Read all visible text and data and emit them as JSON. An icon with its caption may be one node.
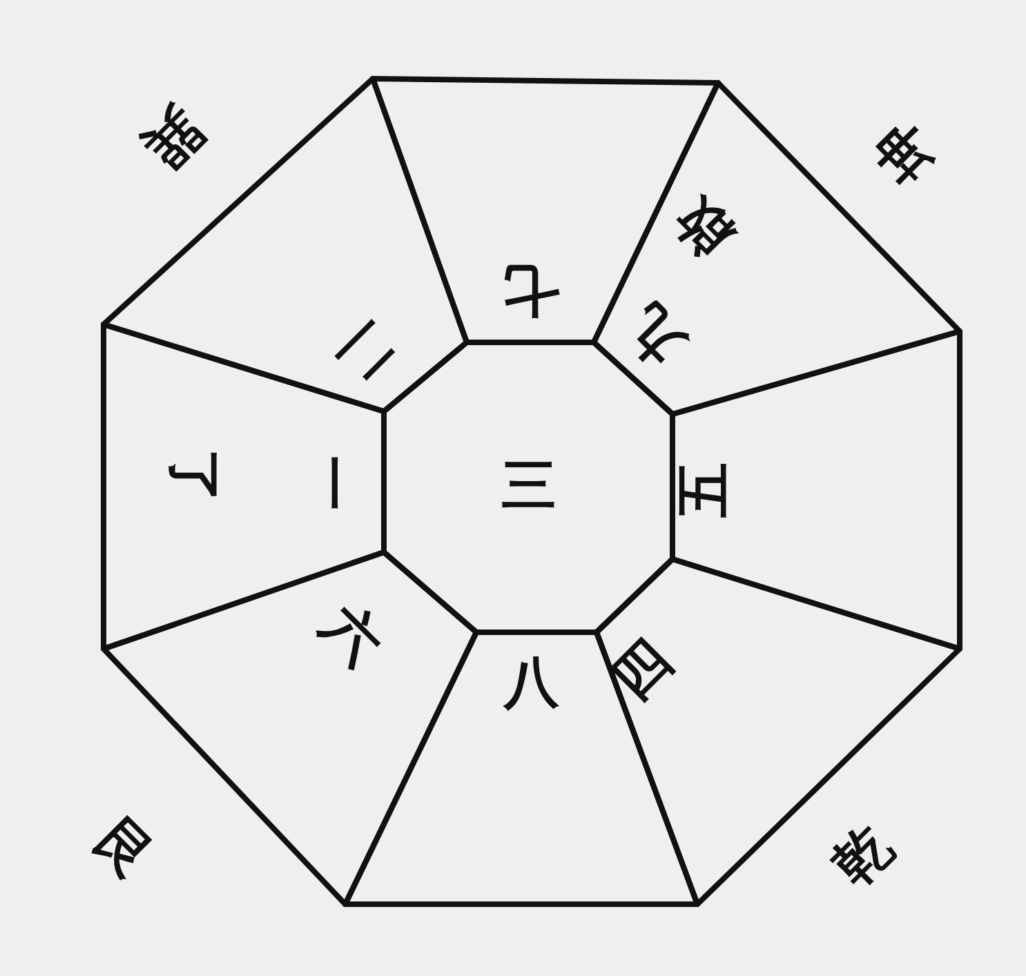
{
  "diagram": {
    "nodes": [
      {
        "text": [
          "七"
        ]
      },
      {
        "text": [
          "啟",
          "九"
        ]
      },
      {
        "text": [
          "五"
        ]
      },
      {
        "text": [
          "四"
        ]
      },
      {
        "text": [
          "八"
        ]
      },
      {
        "text": [
          "六"
        ]
      },
      {
        "text": [
          "了",
          "一"
        ]
      },
      {
        "text": [
          "二"
        ]
      },
      {
        "text": [
          "三"
        ]
      }
    ],
    "edges": [],
    "labels": [
      "巽",
      "坤",
      "艮",
      "乾"
    ]
  }
}
